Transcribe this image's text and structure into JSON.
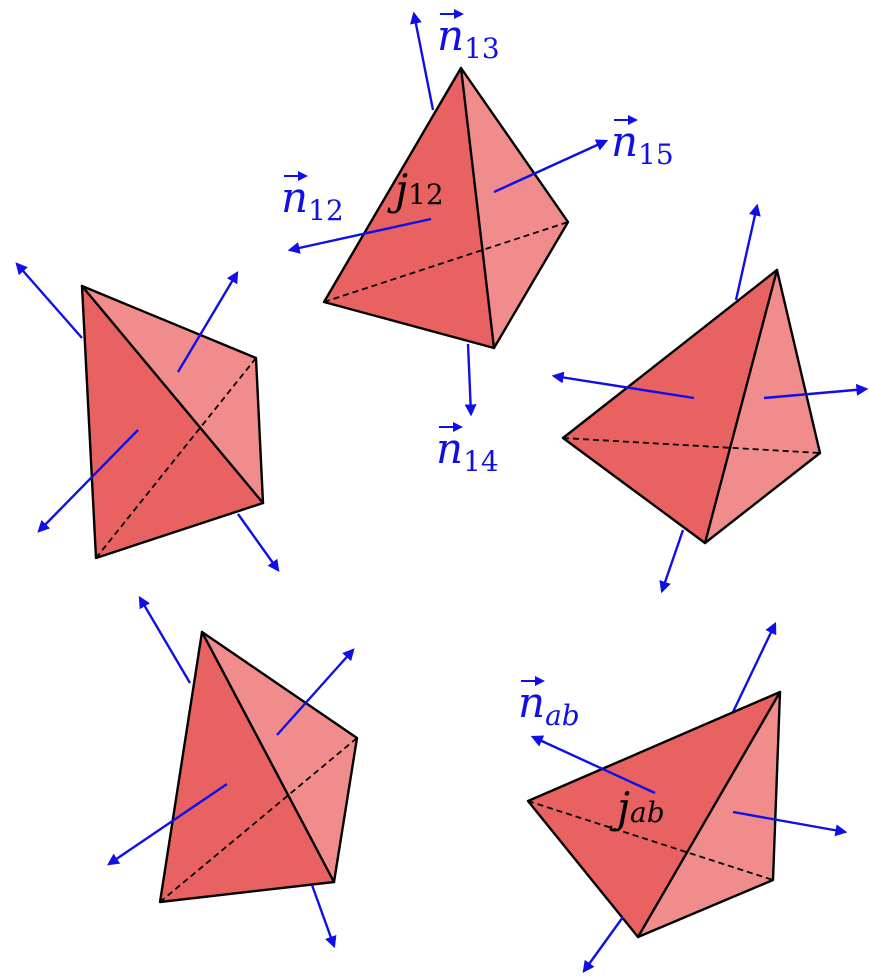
{
  "labels": {
    "n13": {
      "base": "n",
      "sub": "13"
    },
    "n15": {
      "base": "n",
      "sub": "15"
    },
    "n12": {
      "base": "n",
      "sub": "12"
    },
    "n14": {
      "base": "n",
      "sub": "14"
    },
    "nab": {
      "base": "n",
      "sub": "ab"
    },
    "j12": {
      "base": "j",
      "sub": "12"
    },
    "jab": {
      "base": "j",
      "sub": "ab"
    }
  },
  "colors": {
    "face_dark": "#e96262",
    "face_light": "#f18c8c",
    "normal_arrow": "#1010e6",
    "edge": "#000000"
  }
}
